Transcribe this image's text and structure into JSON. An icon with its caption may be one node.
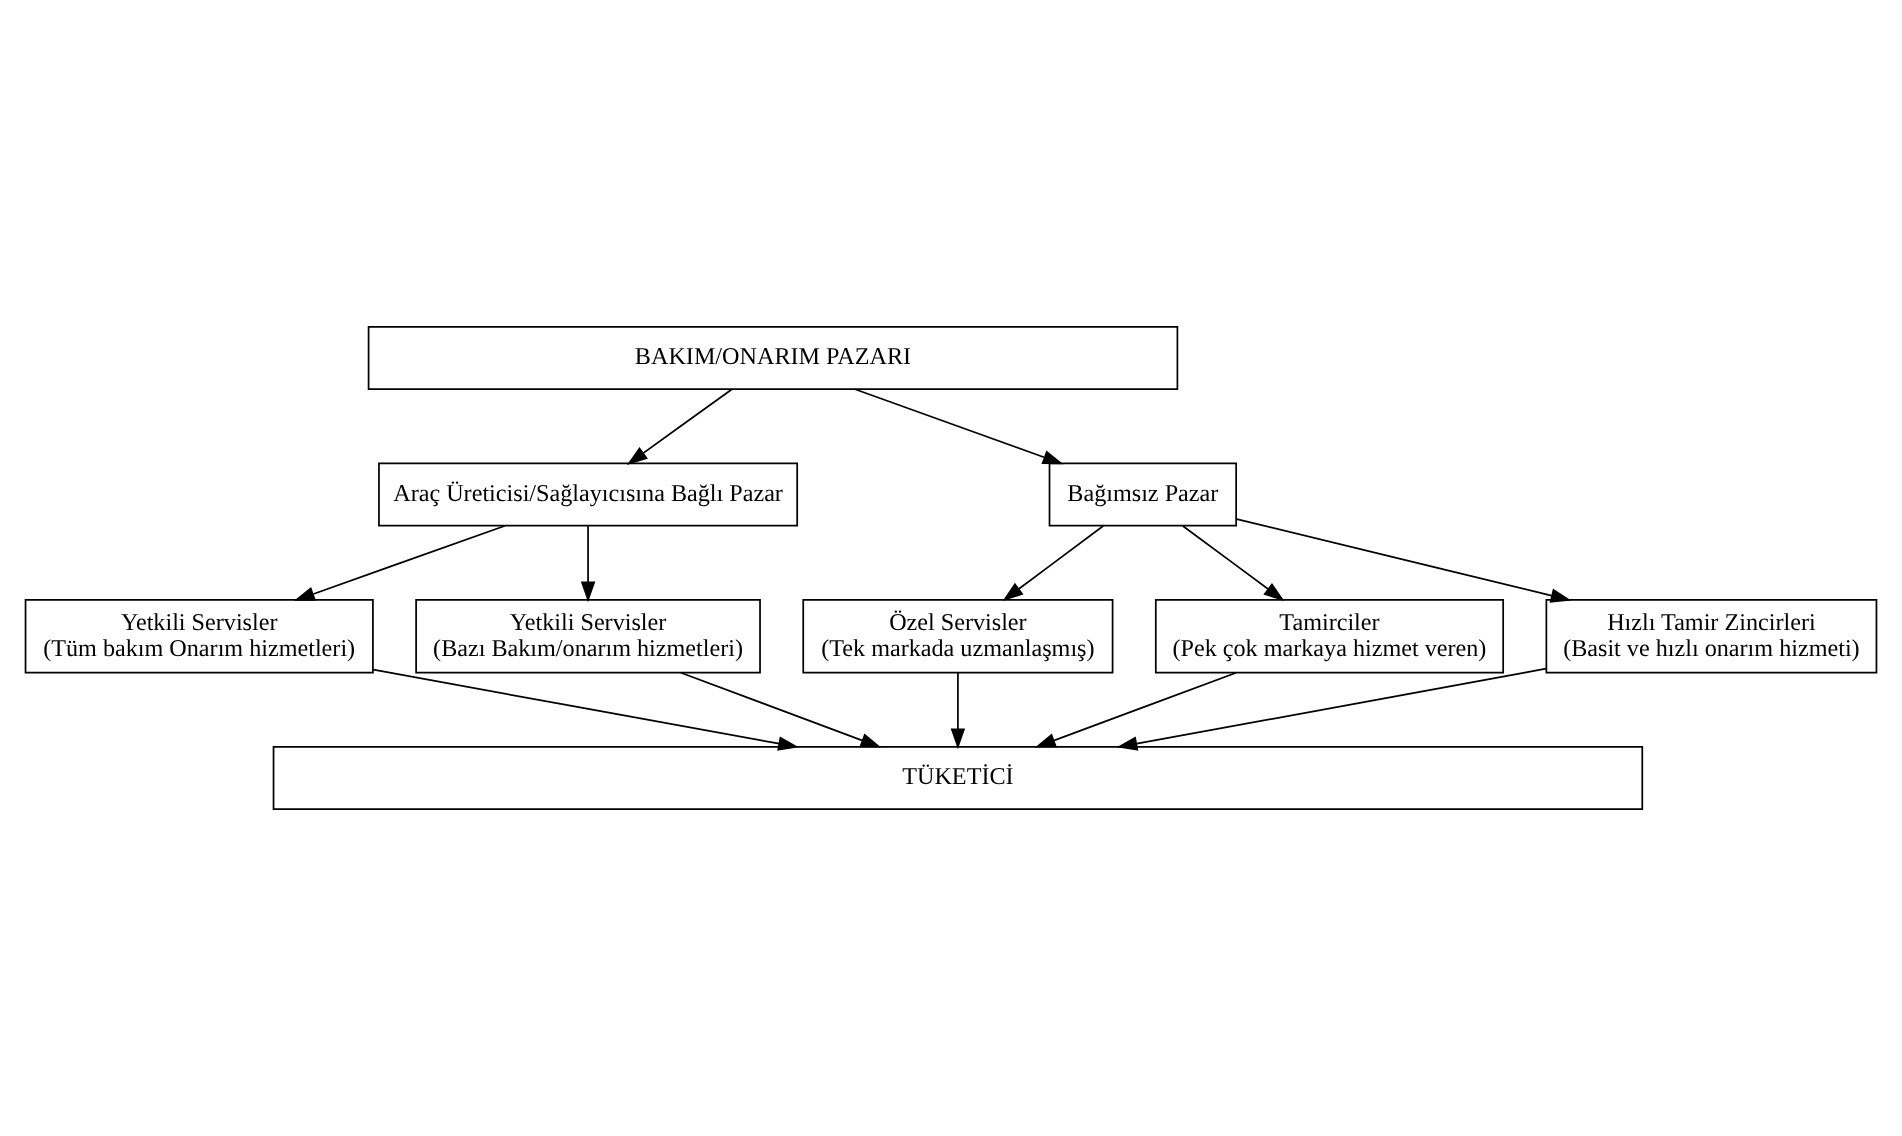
{
  "diagram": {
    "nodes": [
      {
        "text": [
          "BAKIM/ONARIM PAZARI"
        ]
      },
      {
        "text": [
          "Araç Üreticisi/Sağlayıcısına Bağlı Pazar"
        ]
      },
      {
        "text": [
          "Bağımsız Pazar"
        ]
      },
      {
        "text": [
          "Yetkili Servisler",
          "(Tüm bakım Onarım hizmetleri)"
        ]
      },
      {
        "text": [
          "Yetkili Servisler",
          "(Bazı Bakım/onarım hizmetleri)"
        ]
      },
      {
        "text": [
          "Özel Servisler",
          "(Tek markada uzmanlaşmış)"
        ]
      },
      {
        "text": [
          "Tamirciler",
          "(Pek çok markaya hizmet veren)"
        ]
      },
      {
        "text": [
          "Hızlı Tamir Zincirleri",
          "(Basit ve hızlı onarım hizmeti)"
        ]
      },
      {
        "text": [
          "TÜKETİCİ"
        ]
      }
    ],
    "edges": [
      {
        "from": 0,
        "to": 1,
        "arrow": "to"
      },
      {
        "from": 0,
        "to": 2,
        "arrow": "to"
      },
      {
        "from": 1,
        "to": 3,
        "arrow": "to"
      },
      {
        "from": 1,
        "to": 4,
        "arrow": "to"
      },
      {
        "from": 2,
        "to": 5,
        "arrow": "to"
      },
      {
        "from": 2,
        "to": 6,
        "arrow": "to"
      },
      {
        "from": 2,
        "to": 7,
        "arrow": "to"
      },
      {
        "from": 3,
        "to": 8,
        "arrow": "to"
      },
      {
        "from": 4,
        "to": 8,
        "arrow": "to"
      },
      {
        "from": 5,
        "to": 8,
        "arrow": "to"
      },
      {
        "from": 6,
        "to": 8,
        "arrow": "to"
      },
      {
        "from": 7,
        "to": 8,
        "arrow": "to"
      }
    ]
  }
}
